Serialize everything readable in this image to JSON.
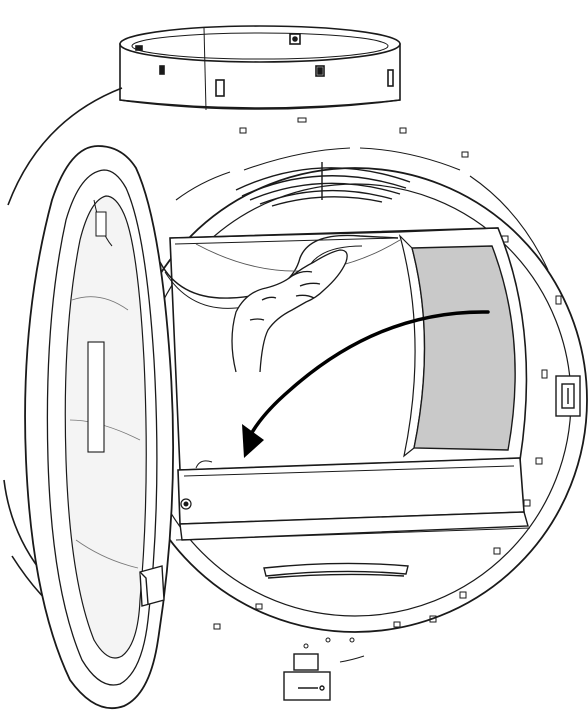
{
  "figure": {
    "colors": {
      "line": "#1a1a1a",
      "fill_white": "#ffffff",
      "filter_panel": "#c9c9c9",
      "glass_tint": "#f4f4f4",
      "arrow": "#000000"
    },
    "icons": [
      "dryer-drum-illustration",
      "vent-collar-ring",
      "open-door-icon",
      "door-glass-icon",
      "inner-drum-opening",
      "lint-filter-panel",
      "hand-gesture-icon",
      "lint-tray",
      "curved-direction-arrow",
      "door-latch-icon",
      "front-handle-slot",
      "air-vent-grille"
    ]
  }
}
